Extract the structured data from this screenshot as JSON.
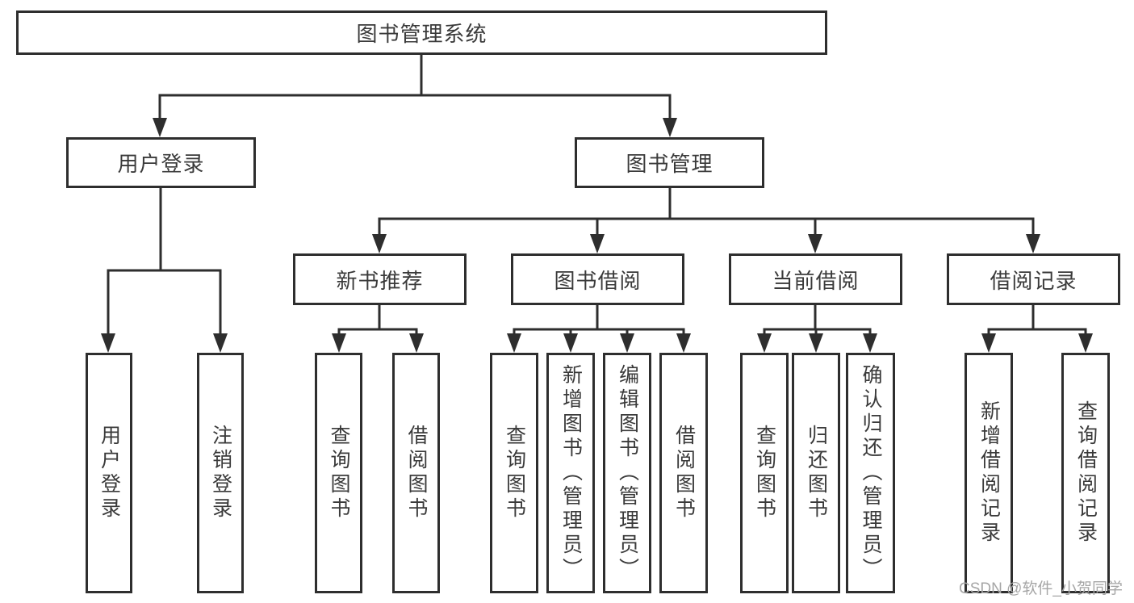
{
  "diagram": {
    "title": "图书管理系统",
    "user_login": {
      "label": "用户登录",
      "children": [
        "用户登录",
        "注销登录"
      ]
    },
    "book_management": {
      "label": "图书管理",
      "modules": [
        {
          "label": "新书推荐",
          "children": [
            "查询图书",
            "借阅图书"
          ]
        },
        {
          "label": "图书借阅",
          "children": [
            "查询图书",
            "新增图书（管理员）",
            "编辑图书（管理员）",
            "借阅图书"
          ]
        },
        {
          "label": "当前借阅",
          "children": [
            "查询图书",
            "归还图书",
            "确认归还（管理员）"
          ]
        },
        {
          "label": "借阅记录",
          "children": [
            "新增借阅记录",
            "查询借阅记录"
          ]
        }
      ]
    }
  },
  "watermark": "CSDN @软件_小贺同学",
  "colors": {
    "line": "#2e2e2e",
    "text": "#3a3a3a",
    "watermark": "#a6a6a6",
    "background": "#ffffff"
  }
}
